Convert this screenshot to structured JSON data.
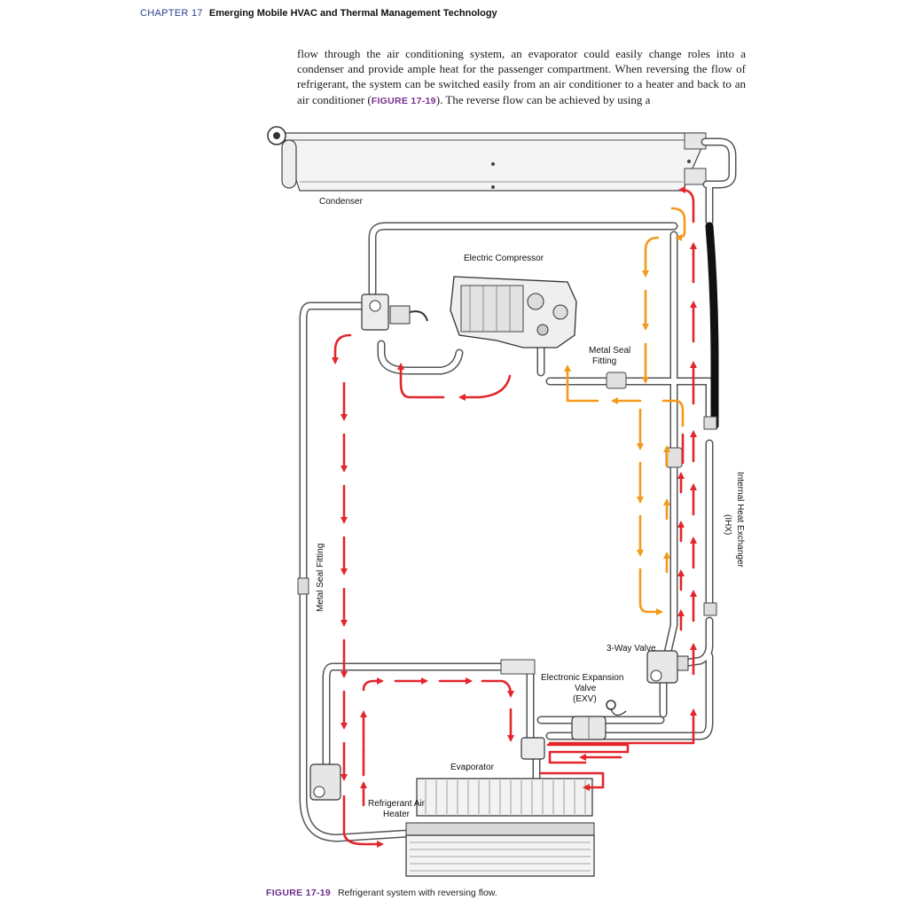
{
  "running_head": {
    "chapter": "CHAPTER 17",
    "title": "Emerging Mobile HVAC and Thermal Management Technology"
  },
  "body_text": {
    "before_ref": "flow through the air conditioning system, an evaporator could easily change roles into a condenser and provide ample heat for the passenger compartment. When reversing the flow of refrigerant, the system can be switched easily from an air conditioner to a heater and back to an air conditioner (",
    "figure_ref": "FIGURE 17-19",
    "after_ref": "). The reverse flow can be achieved by using a"
  },
  "figure": {
    "labels": {
      "condenser": "Condenser",
      "compressor": "Electric Compressor",
      "metal_seal_1": "Metal Seal",
      "metal_seal_2": "Fitting",
      "metal_seal_vertical": "Metal Seal Fitting",
      "ihx_1": "Internal Heat Exchanger",
      "ihx_2": "(IHX)",
      "three_way_valve": "3-Way Valve",
      "exv_1": "Electronic Expansion",
      "exv_2": "Valve",
      "exv_3": "(EXV)",
      "evaporator": "Evaporator",
      "heater_1": "Refrigerant Air",
      "heater_2": "Heater"
    },
    "colors": {
      "heating_flow": "#e3262b",
      "cooling_flow": "#f39a1c",
      "hose": "#111111",
      "pipe": "#555555"
    }
  },
  "caption": {
    "number": "FIGURE 17-19",
    "text": "Refrigerant system with reversing flow."
  }
}
